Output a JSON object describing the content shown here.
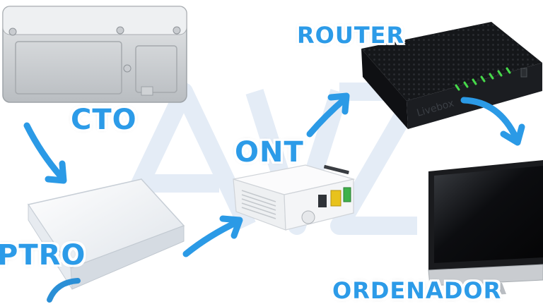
{
  "nodes": {
    "cto": {
      "label": "CTO"
    },
    "ptro": {
      "label": "PTRO"
    },
    "ont": {
      "label": "ONT"
    },
    "router": {
      "label": "ROUTER",
      "brand_text": "Livebox"
    },
    "ordenador": {
      "label": "ORDENADOR"
    }
  },
  "edges": [
    {
      "from": "cto",
      "to": "ptro"
    },
    {
      "from": "ptro",
      "to": "ont"
    },
    {
      "from": "ont",
      "to": "router"
    },
    {
      "from": "router",
      "to": "ordenador"
    }
  ],
  "colors": {
    "label": "#2c9be8",
    "arrow": "#2b9ae6",
    "router_led": "#46d94a",
    "ont_port_yellow": "#e8c21c",
    "ont_port_green": "#3fb14a",
    "watermark": "#e4ecf6"
  }
}
